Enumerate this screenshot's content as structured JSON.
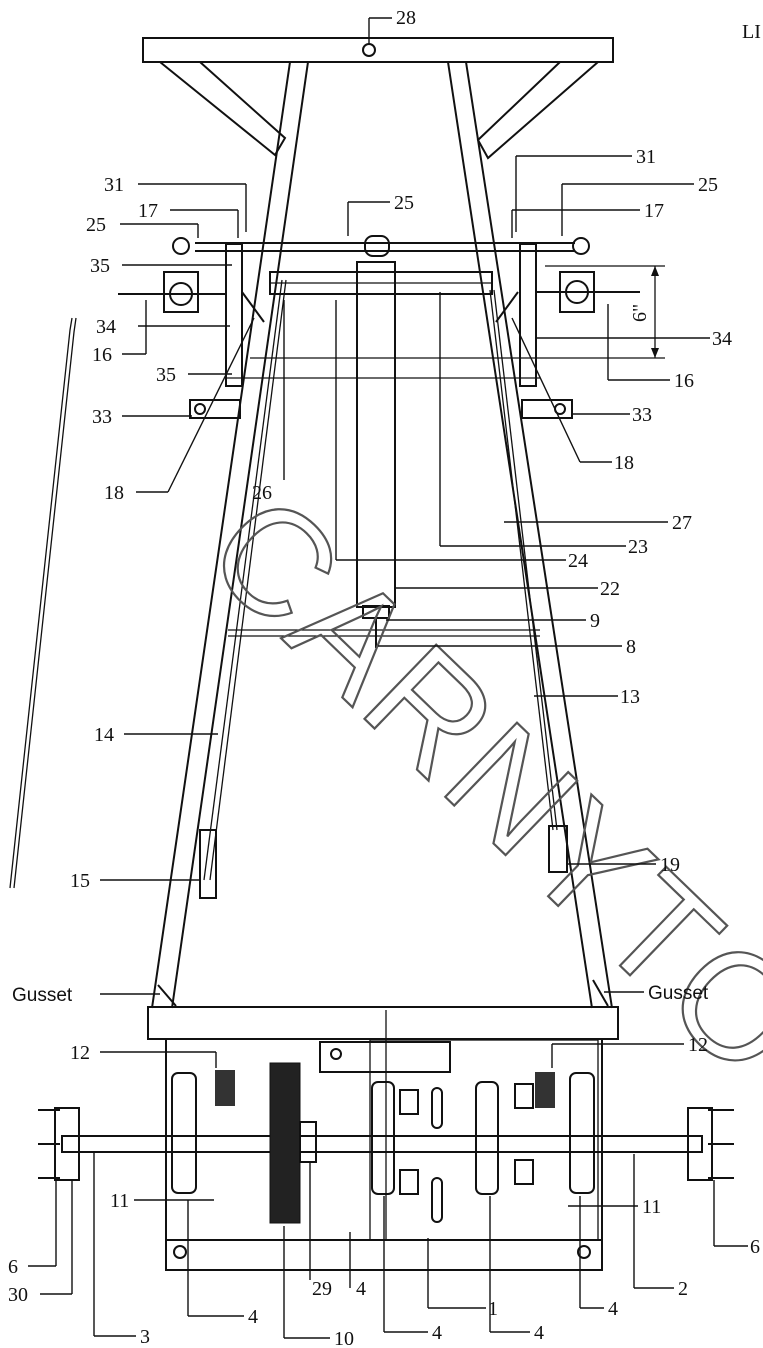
{
  "header_text": "LI",
  "watermark": "CARNYTOWN.C",
  "dimension_label": "6\"",
  "callouts": [
    {
      "id": "c28",
      "text": "28"
    },
    {
      "id": "c31l",
      "text": "31"
    },
    {
      "id": "c31r",
      "text": "31"
    },
    {
      "id": "c25l",
      "text": "25"
    },
    {
      "id": "c25m",
      "text": "25"
    },
    {
      "id": "c25r",
      "text": "25"
    },
    {
      "id": "c17l",
      "text": "17"
    },
    {
      "id": "c17r",
      "text": "17"
    },
    {
      "id": "c35a",
      "text": "35"
    },
    {
      "id": "c35b",
      "text": "35"
    },
    {
      "id": "c34l",
      "text": "34"
    },
    {
      "id": "c34r",
      "text": "34"
    },
    {
      "id": "c16l",
      "text": "16"
    },
    {
      "id": "c16r",
      "text": "16"
    },
    {
      "id": "c33l",
      "text": "33"
    },
    {
      "id": "c33r",
      "text": "33"
    },
    {
      "id": "c18l",
      "text": "18"
    },
    {
      "id": "c18r",
      "text": "18"
    },
    {
      "id": "c26",
      "text": "26"
    },
    {
      "id": "c27",
      "text": "27"
    },
    {
      "id": "c23",
      "text": "23"
    },
    {
      "id": "c24",
      "text": "24"
    },
    {
      "id": "c22",
      "text": "22"
    },
    {
      "id": "c9",
      "text": "9"
    },
    {
      "id": "c8",
      "text": "8"
    },
    {
      "id": "c13",
      "text": "13"
    },
    {
      "id": "c14",
      "text": "14"
    },
    {
      "id": "c15",
      "text": "15"
    },
    {
      "id": "c19",
      "text": "19"
    },
    {
      "id": "cgl",
      "text": "Gusset"
    },
    {
      "id": "cgr",
      "text": "Gusset"
    },
    {
      "id": "c12l",
      "text": "12"
    },
    {
      "id": "c12r",
      "text": "12"
    },
    {
      "id": "c11l",
      "text": "11"
    },
    {
      "id": "c11r",
      "text": "11"
    },
    {
      "id": "c6l",
      "text": "6"
    },
    {
      "id": "c6r",
      "text": "6"
    },
    {
      "id": "c30",
      "text": "30"
    },
    {
      "id": "c3",
      "text": "3"
    },
    {
      "id": "c4a",
      "text": "4"
    },
    {
      "id": "c10",
      "text": "10"
    },
    {
      "id": "c29",
      "text": "29"
    },
    {
      "id": "c4b",
      "text": "4"
    },
    {
      "id": "c4c",
      "text": "4"
    },
    {
      "id": "c1",
      "text": "1"
    },
    {
      "id": "c4d",
      "text": "4"
    },
    {
      "id": "c4e",
      "text": "4"
    },
    {
      "id": "c2",
      "text": "2"
    }
  ]
}
